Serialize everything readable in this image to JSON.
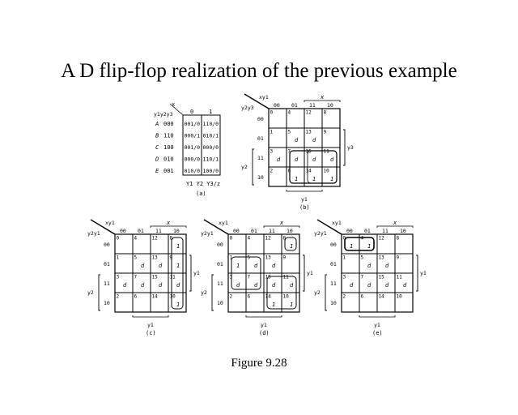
{
  "title": "A D flip-flop realization of the previous example",
  "caption": "Figure 9.28",
  "state_table": {
    "label": "(a)",
    "input_header": "x",
    "state_header": "y1y2y3",
    "columns": [
      "0",
      "1"
    ],
    "rows": [
      {
        "state": "A",
        "code": "000",
        "x0": "001/0",
        "x1": "110/0"
      },
      {
        "state": "B",
        "code": "110",
        "x0": "000/1",
        "x1": "010/1"
      },
      {
        "state": "C",
        "code": "100",
        "x0": "001/0",
        "x1": "000/0"
      },
      {
        "state": "D",
        "code": "010",
        "x0": "000/0",
        "x1": "110/1"
      },
      {
        "state": "E",
        "code": "001",
        "x0": "010/0",
        "x1": "100/0"
      }
    ],
    "footer": "Y1 Y2 Y3/z"
  },
  "kmaps": [
    {
      "label": "(b)",
      "corner_top": "xy1",
      "corner_left": "y2y3",
      "col_headers": [
        "00",
        "01",
        "11",
        "10"
      ],
      "row_headers": [
        "00",
        "01",
        "11",
        "10"
      ],
      "bracket_top": "x",
      "bracket_right": "y3",
      "bracket_left": "y2",
      "bracket_bottom": "y1",
      "cells": [
        [
          "0",
          "",
          "4",
          "",
          "12",
          "",
          "8",
          ""
        ],
        [
          "1",
          "",
          "5",
          "d",
          "13",
          "d",
          "9",
          ""
        ],
        [
          "3",
          "d",
          "7",
          "d",
          "15",
          "d",
          "11",
          "d"
        ],
        [
          "2",
          "",
          "6",
          "1",
          "14",
          "1",
          "10",
          "1"
        ]
      ]
    },
    {
      "label": "(c)",
      "corner_top": "xy1",
      "corner_left": "y2y1",
      "col_headers": [
        "00",
        "01",
        "11",
        "10"
      ],
      "row_headers": [
        "00",
        "01",
        "11",
        "10"
      ],
      "bracket_top": "x",
      "bracket_right": "y1",
      "bracket_left": "y2",
      "bracket_bottom": "y1",
      "cells": [
        [
          "0",
          "",
          "4",
          "",
          "12",
          "",
          "8",
          "1"
        ],
        [
          "1",
          "",
          "5",
          "d",
          "13",
          "d",
          "9",
          "1"
        ],
        [
          "3",
          "d",
          "7",
          "d",
          "15",
          "d",
          "11",
          "d"
        ],
        [
          "2",
          "",
          "6",
          "",
          "14",
          "",
          "10",
          "1"
        ]
      ]
    },
    {
      "label": "(d)",
      "corner_top": "xy1",
      "corner_left": "y2y1",
      "col_headers": [
        "00",
        "01",
        "11",
        "10"
      ],
      "row_headers": [
        "00",
        "01",
        "11",
        "10"
      ],
      "bracket_top": "x",
      "bracket_right": "y1",
      "bracket_left": "y2",
      "bracket_bottom": "y1",
      "cells": [
        [
          "0",
          "",
          "4",
          "",
          "12",
          "",
          "8",
          "1"
        ],
        [
          "1",
          "1",
          "5",
          "d",
          "13",
          "d",
          "9",
          ""
        ],
        [
          "3",
          "d",
          "7",
          "d",
          "15",
          "d",
          "11",
          "d"
        ],
        [
          "2",
          "",
          "6",
          "",
          "14",
          "1",
          "10",
          "1"
        ]
      ]
    },
    {
      "label": "(e)",
      "corner_top": "xy1",
      "corner_left": "y2y1",
      "col_headers": [
        "00",
        "01",
        "11",
        "10"
      ],
      "row_headers": [
        "00",
        "01",
        "11",
        "10"
      ],
      "bracket_top": "x",
      "bracket_right": "y1",
      "bracket_left": "y2",
      "bracket_bottom": "y1",
      "cells": [
        [
          "0",
          "1",
          "4",
          "1",
          "12",
          "",
          "8",
          ""
        ],
        [
          "1",
          "",
          "5",
          "d",
          "13",
          "d",
          "9",
          ""
        ],
        [
          "3",
          "d",
          "7",
          "d",
          "15",
          "d",
          "11",
          "d"
        ],
        [
          "2",
          "",
          "6",
          "",
          "14",
          "",
          "10",
          ""
        ]
      ]
    }
  ]
}
